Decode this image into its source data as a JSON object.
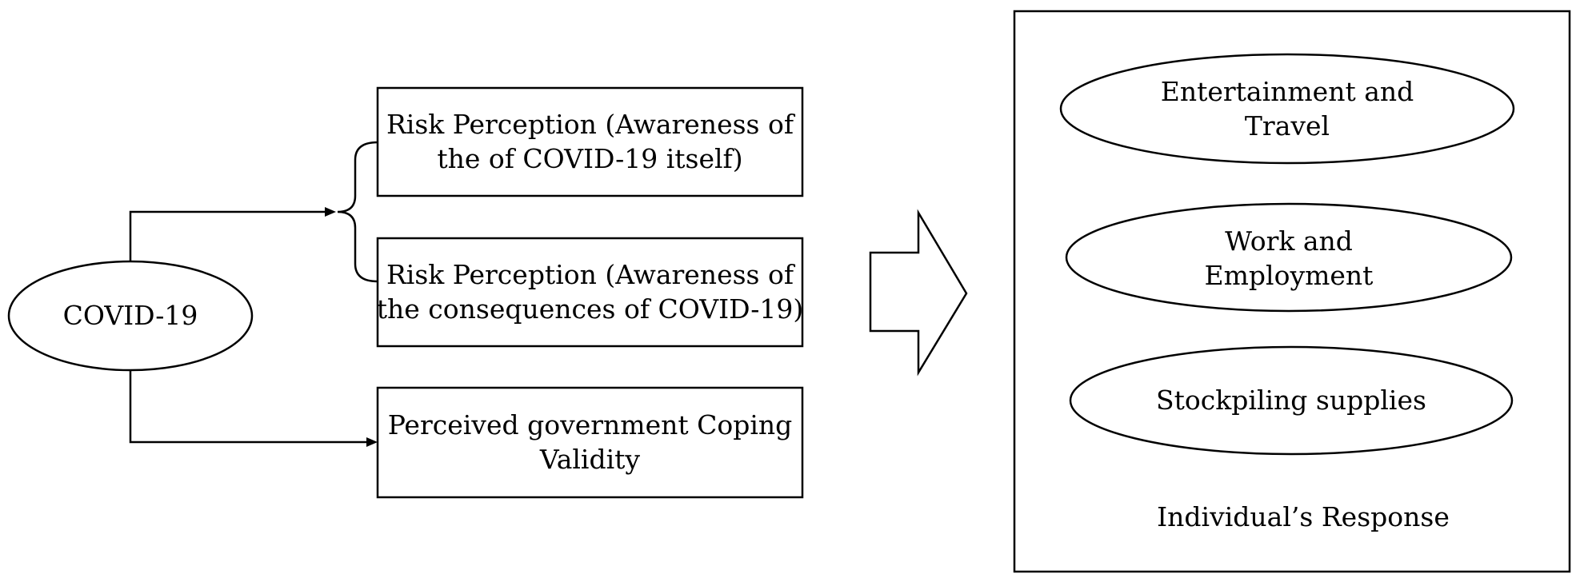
{
  "diagram": {
    "source_node": {
      "label": "COVID-19"
    },
    "perception_boxes": [
      {
        "line1": "Risk Perception (Awareness of",
        "line2": "the of COVID-19 itself)"
      },
      {
        "line1": "Risk Perception (Awareness of",
        "line2": "the consequences of COVID-19)"
      },
      {
        "line1": "Perceived government Coping",
        "line2": "Validity"
      }
    ],
    "response_panel": {
      "caption": "Individual’s Response",
      "items": [
        {
          "line1": "Entertainment and",
          "line2": "Travel"
        },
        {
          "line1": "Work and",
          "line2": "Employment"
        },
        {
          "line1": "Stockpiling supplies"
        }
      ]
    }
  }
}
